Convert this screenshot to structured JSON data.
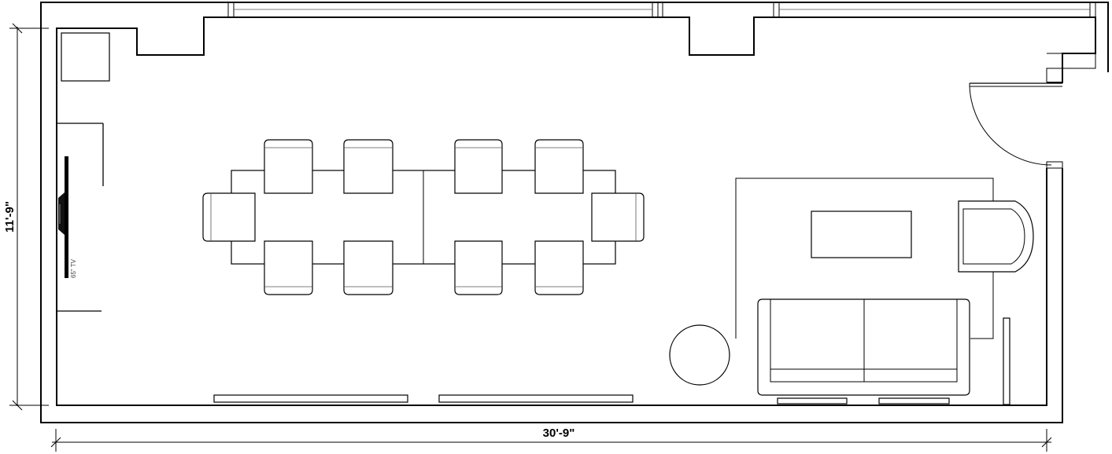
{
  "floorplan": {
    "dimensions": {
      "width_label": "30'-9\"",
      "height_label": "11'-9\""
    },
    "tv_label": "65\" TV"
  }
}
